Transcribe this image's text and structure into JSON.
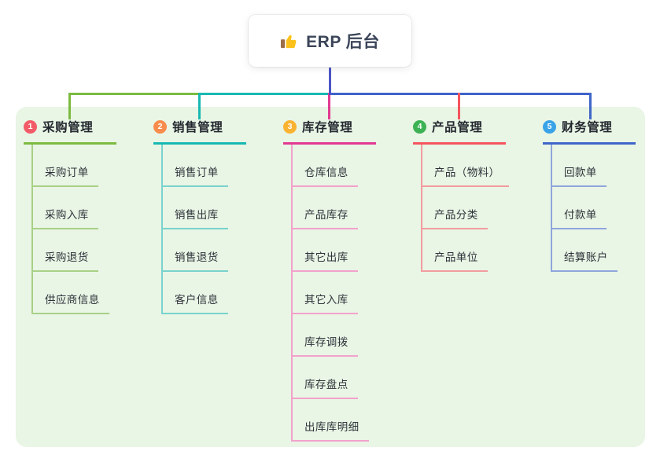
{
  "root": {
    "title": "ERP 后台",
    "icon": "thumbs-up-icon"
  },
  "branches": [
    {
      "num": "1",
      "title": "采购管理",
      "color": "#7cbb41",
      "light": "#a8d187",
      "badge": "#f25c68",
      "children": [
        "采购订单",
        "采购入库",
        "采购退货",
        "供应商信息"
      ]
    },
    {
      "num": "2",
      "title": "销售管理",
      "color": "#17b9b1",
      "light": "#79d3cd",
      "badge": "#f78c4c",
      "children": [
        "销售订单",
        "销售出库",
        "销售退货",
        "客户信息"
      ]
    },
    {
      "num": "3",
      "title": "库存管理",
      "color": "#e23a92",
      "light": "#f2a2cb",
      "badge": "#f9b331",
      "children": [
        "仓库信息",
        "产品库存",
        "其它出库",
        "其它入库",
        "库存调拨",
        "库存盘点",
        "出库库明细"
      ]
    },
    {
      "num": "4",
      "title": "产品管理",
      "color": "#f6555e",
      "light": "#f29ca0",
      "badge": "#3db254",
      "children": [
        "产品（物料）",
        "产品分类",
        "产品单位"
      ]
    },
    {
      "num": "5",
      "title": "财务管理",
      "color": "#3f66c9",
      "light": "#8fa6dc",
      "badge": "#3aa3e8",
      "children": [
        "回款单",
        "付款单",
        "结算账户"
      ]
    }
  ],
  "colors": {
    "panel_bg": "#e9f5e5",
    "root_connector": "#4d55c5",
    "bus_right": "#3f63c9",
    "root_text": "#3b4559",
    "thumb_yellow": "#fcc21b",
    "thumb_cuff": "#9c6d49"
  }
}
